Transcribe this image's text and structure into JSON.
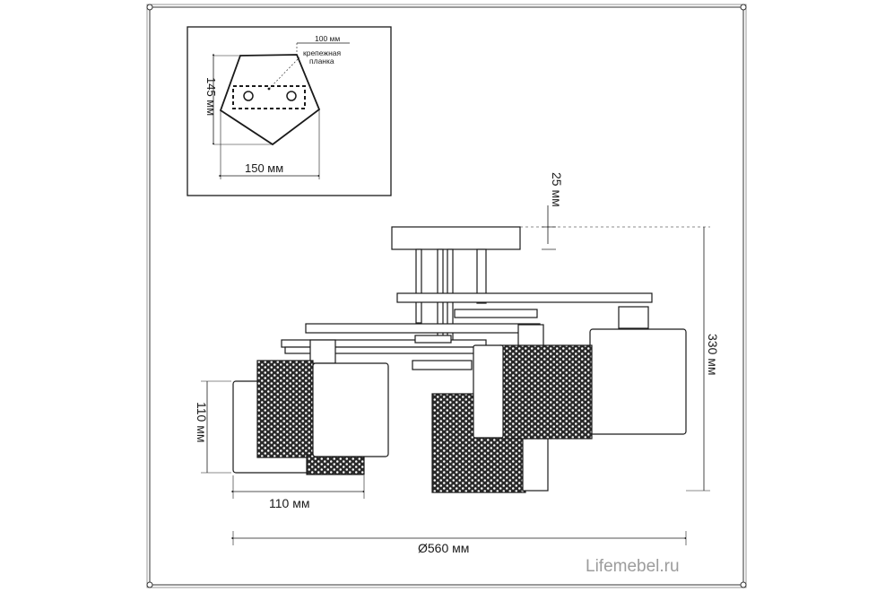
{
  "inset": {
    "label_width": "100 мм",
    "label_plate_line1": "крепежная",
    "label_plate_line2": "планка",
    "label_height": "145 мм",
    "label_base_width": "150 мм"
  },
  "main": {
    "label_top_offset": "25 мм",
    "label_total_height": "330 мм",
    "label_shade_height": "110 мм",
    "label_shade_width": "110 мм",
    "label_diameter": "Ø560 мм"
  },
  "watermark": "Lifemebel.ru",
  "colors": {
    "line": "#1a1a1a",
    "frame": "#333333",
    "watermark": "#9c9c9c",
    "mesh": "#2a2a2a"
  }
}
